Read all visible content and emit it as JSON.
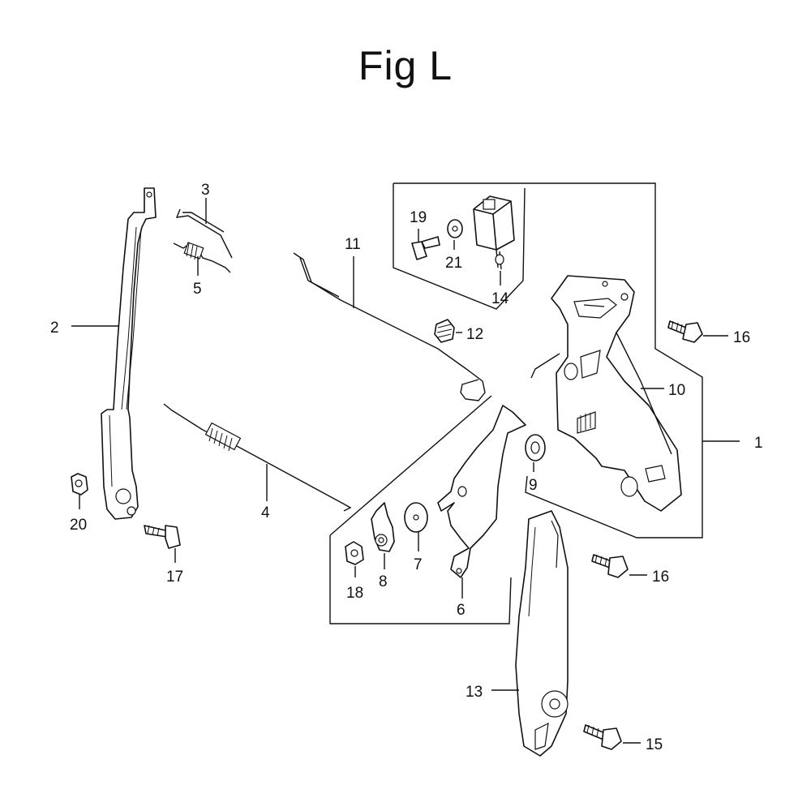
{
  "title": "Fig L",
  "callouts": {
    "c1": "1",
    "c2": "2",
    "c3": "3",
    "c4": "4",
    "c5": "5",
    "c6": "6",
    "c7": "7",
    "c8": "8",
    "c9": "9",
    "c10": "10",
    "c11": "11",
    "c12": "12",
    "c13": "13",
    "c14": "14",
    "c15": "15",
    "c16a": "16",
    "c16b": "16",
    "c17": "17",
    "c18": "18",
    "c19": "19",
    "c20": "20",
    "c21": "21"
  }
}
